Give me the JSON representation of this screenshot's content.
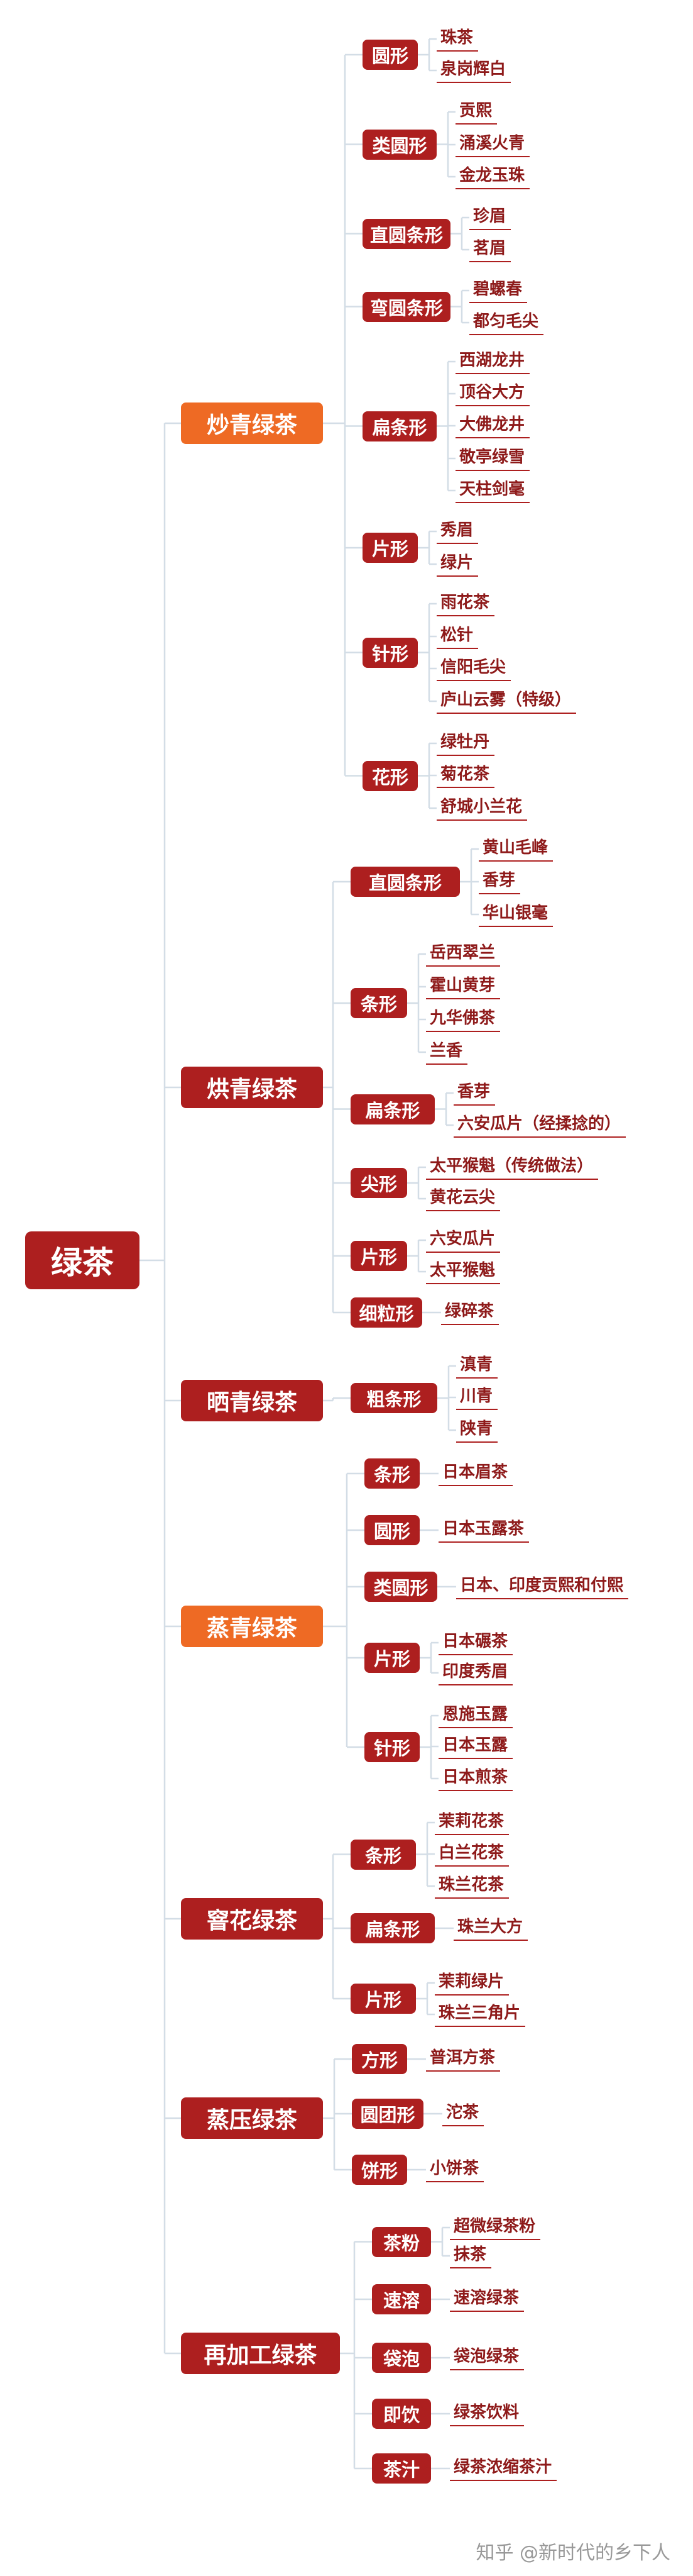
{
  "root": "绿茶",
  "categories": [
    {
      "label": "炒青绿茶",
      "highlight": true,
      "children": [
        {
          "label": "圆形",
          "items": [
            "珠茶",
            "泉岗辉白"
          ]
        },
        {
          "label": "类圆形",
          "items": [
            "贡熙",
            "涌溪火青",
            "金龙玉珠"
          ]
        },
        {
          "label": "直圆条形",
          "items": [
            "珍眉",
            "茗眉"
          ]
        },
        {
          "label": "弯圆条形",
          "items": [
            "碧螺春",
            "都匀毛尖"
          ]
        },
        {
          "label": "扁条形",
          "items": [
            "西湖龙井",
            "顶谷大方",
            "大佛龙井",
            "敬亭绿雪",
            "天柱剑毫"
          ]
        },
        {
          "label": "片形",
          "items": [
            "秀眉",
            "绿片"
          ]
        },
        {
          "label": "针形",
          "items": [
            "雨花茶",
            "松针",
            "信阳毛尖",
            "庐山云雾（特级）"
          ]
        },
        {
          "label": "花形",
          "items": [
            "绿牡丹",
            "菊花茶",
            "舒城小兰花"
          ]
        }
      ]
    },
    {
      "label": "烘青绿茶",
      "highlight": false,
      "children": [
        {
          "label": "直圆条形",
          "items": [
            "黄山毛峰",
            "香芽",
            "华山银毫"
          ]
        },
        {
          "label": "条形",
          "items": [
            "岳西翠兰",
            "霍山黄芽",
            "九华佛茶",
            "兰香"
          ]
        },
        {
          "label": "扁条形",
          "items": [
            "香芽",
            "六安瓜片（经揉捻的）"
          ]
        },
        {
          "label": "尖形",
          "items": [
            "太平猴魁（传统做法）",
            "黄花云尖"
          ]
        },
        {
          "label": "片形",
          "items": [
            "六安瓜片",
            "太平猴魁"
          ]
        },
        {
          "label": "细粒形",
          "items": [
            "绿碎茶"
          ]
        }
      ]
    },
    {
      "label": "晒青绿茶",
      "highlight": false,
      "children": [
        {
          "label": "粗条形",
          "items": [
            "滇青",
            "川青",
            "陕青"
          ]
        }
      ]
    },
    {
      "label": "蒸青绿茶",
      "highlight": true,
      "children": [
        {
          "label": "条形",
          "items": [
            "日本眉茶"
          ]
        },
        {
          "label": "圆形",
          "items": [
            "日本玉露茶"
          ]
        },
        {
          "label": "类圆形",
          "items": [
            "日本、印度贡熙和付熙"
          ]
        },
        {
          "label": "片形",
          "items": [
            "日本碾茶",
            "印度秀眉"
          ]
        },
        {
          "label": "针形",
          "items": [
            "恩施玉露",
            "日本玉露",
            "日本煎茶"
          ]
        }
      ]
    },
    {
      "label": "窨花绿茶",
      "highlight": false,
      "children": [
        {
          "label": "条形",
          "items": [
            "茉莉花茶",
            "白兰花茶",
            "珠兰花茶"
          ]
        },
        {
          "label": "扁条形",
          "items": [
            "珠兰大方"
          ]
        },
        {
          "label": "片形",
          "items": [
            "茉莉绿片",
            "珠兰三角片"
          ]
        }
      ]
    },
    {
      "label": "蒸压绿茶",
      "highlight": false,
      "children": [
        {
          "label": "方形",
          "items": [
            "普洱方茶"
          ]
        },
        {
          "label": "圆团形",
          "items": [
            "沱茶"
          ]
        },
        {
          "label": "饼形",
          "items": [
            "小饼茶"
          ]
        }
      ]
    },
    {
      "label": "再加工绿茶",
      "highlight": false,
      "children": [
        {
          "label": "茶粉",
          "items": [
            "超微绿茶粉",
            "抹茶"
          ]
        },
        {
          "label": "速溶",
          "items": [
            "速溶绿茶"
          ]
        },
        {
          "label": "袋泡",
          "items": [
            "袋泡绿茶"
          ]
        },
        {
          "label": "即饮",
          "items": [
            "绿茶饮料"
          ]
        },
        {
          "label": "茶汁",
          "items": [
            "绿茶浓缩茶汁"
          ]
        }
      ]
    }
  ],
  "watermark": "知乎 @新时代的乡下人",
  "colors": {
    "node": "#ad1f1f",
    "highlight": "#ee6a24",
    "connector": "#d3dde6",
    "leaf_text": "#8e1a1a"
  }
}
